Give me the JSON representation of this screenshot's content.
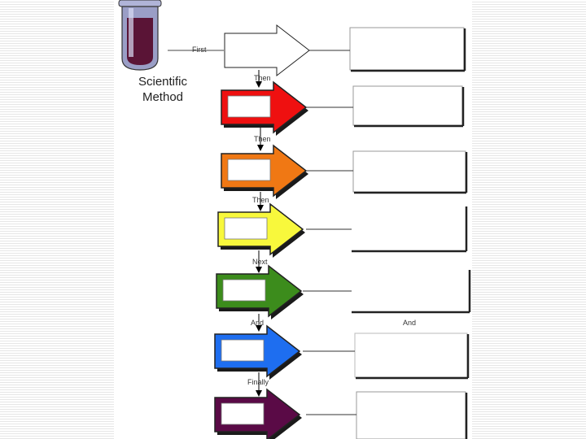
{
  "title_line1": "Scientific",
  "title_line2": "Method",
  "step_labels": [
    "First",
    "Then",
    "Then",
    "Then",
    "Next",
    "And",
    "Finally"
  ],
  "side_label": "And",
  "colors": {
    "tube_glass": "#9a9ec6",
    "tube_liquid": "#5a1436",
    "arrows": [
      "#ffffff",
      "#ef1010",
      "#f07814",
      "#f8f83c",
      "#3c8c1c",
      "#1e6ef0",
      "#5a0a46"
    ]
  },
  "icons": [
    "test-tube-icon",
    "arrow-icon"
  ]
}
